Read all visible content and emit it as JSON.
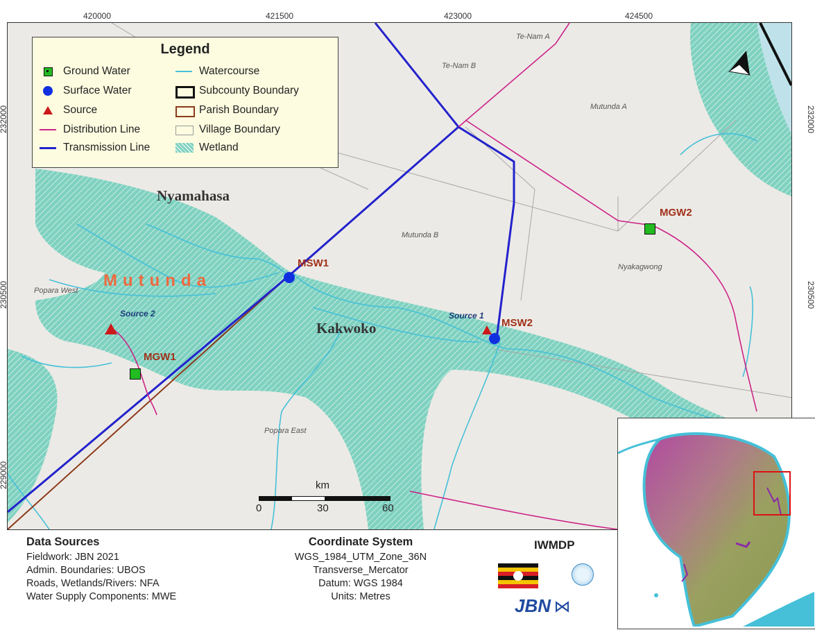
{
  "grid": {
    "top_ticks": [
      "420000",
      "421500",
      "423000",
      "424500"
    ],
    "left_ticks": [
      "232000",
      "230500",
      "229000"
    ],
    "right_ticks": [
      "232000",
      "230500"
    ]
  },
  "legend": {
    "title": "Legend",
    "items_left": [
      "Ground Water",
      "Surface Water",
      "Source",
      "Distribution Line",
      "Transmission Line"
    ],
    "items_right": [
      "Watercourse",
      "Subcounty Boundary",
      "Parish Boundary",
      "Village Boundary",
      "Wetland"
    ]
  },
  "places": {
    "nyamahasa": "Nyamahasa",
    "mutunda": "Mutunda",
    "kakwoko": "Kakwoko",
    "mutunda_a": "Mutunda A",
    "mutunda_b": "Mutunda B",
    "te_nam_a": "Te-Nam A",
    "te_nam_b": "Te-Nam B",
    "nyakagwong": "Nyakagwong",
    "popara_west": "Popara West",
    "popara_east": "Popara East"
  },
  "features": {
    "msw1": "MSW1",
    "msw2": "MSW2",
    "mgw1": "MGW1",
    "mgw2": "MGW2",
    "source1": "Source 1",
    "source2": "Source 2"
  },
  "scale_bar": {
    "unit": "km",
    "labels": [
      "0",
      "30",
      "60"
    ]
  },
  "data_sources": {
    "title": "Data Sources",
    "lines": [
      "Fieldwork: JBN 2021",
      "Admin. Boundaries: UBOS",
      "Roads, Wetlands/Rivers: NFA",
      "Water Supply Components: MWE"
    ]
  },
  "coordinate_system": {
    "title": "Coordinate System",
    "lines": [
      "WGS_1984_UTM_Zone_36N",
      "Transverse_Mercator",
      "Datum: WGS 1984",
      "Units: Metres"
    ]
  },
  "logos": {
    "project": "IWMDP",
    "company": "JBN"
  },
  "colors": {
    "wetland": "#7fd1c0",
    "watercourse": "#45c0d8",
    "transmission": "#2222cc",
    "distribution": "#cc2288",
    "parish": "#8b3a1a",
    "ground_water": "#22bb22",
    "surface_water": "#1030e0",
    "source": "#cc1a1a",
    "legend_bg": "#fdfce0",
    "label_red": "#a03018"
  }
}
